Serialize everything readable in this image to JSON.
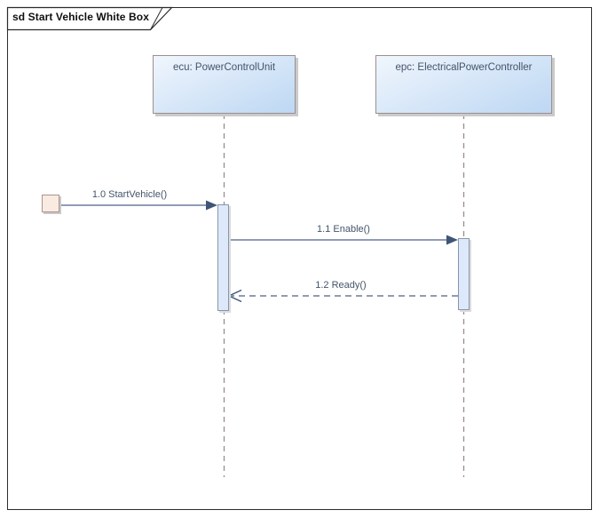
{
  "frame": {
    "title": "sd Start Vehicle White Box"
  },
  "lifelines": [
    {
      "name": "ecu: PowerControlUnit"
    },
    {
      "name": "epc: ElectricalPowerController"
    }
  ],
  "messages": [
    {
      "label": "1.0 StartVehicle()",
      "kind": "synchronous-call",
      "from": "found-message-source",
      "to": "ecu"
    },
    {
      "label": "1.1 Enable()",
      "kind": "synchronous-call",
      "from": "ecu",
      "to": "epc"
    },
    {
      "label": "1.2 Ready()",
      "kind": "return",
      "from": "epc",
      "to": "ecu"
    }
  ],
  "colors": {
    "frame_border": "#2b2b2b",
    "lifeline_box_fill_top": "#f0f6fd",
    "lifeline_box_fill_bottom": "#bdd7f3",
    "lifeline_box_border": "#9c8e8e",
    "lifeline_dash": "#9c8c8c",
    "activation_fill": "#dde9fa",
    "activation_border": "#8796ad",
    "message_line": "#6b7c9b",
    "message_arrowhead": "#3e5577",
    "message_text": "#44546a",
    "found_message_fill": "#f9ebe1",
    "found_message_border": "#ad9191"
  }
}
